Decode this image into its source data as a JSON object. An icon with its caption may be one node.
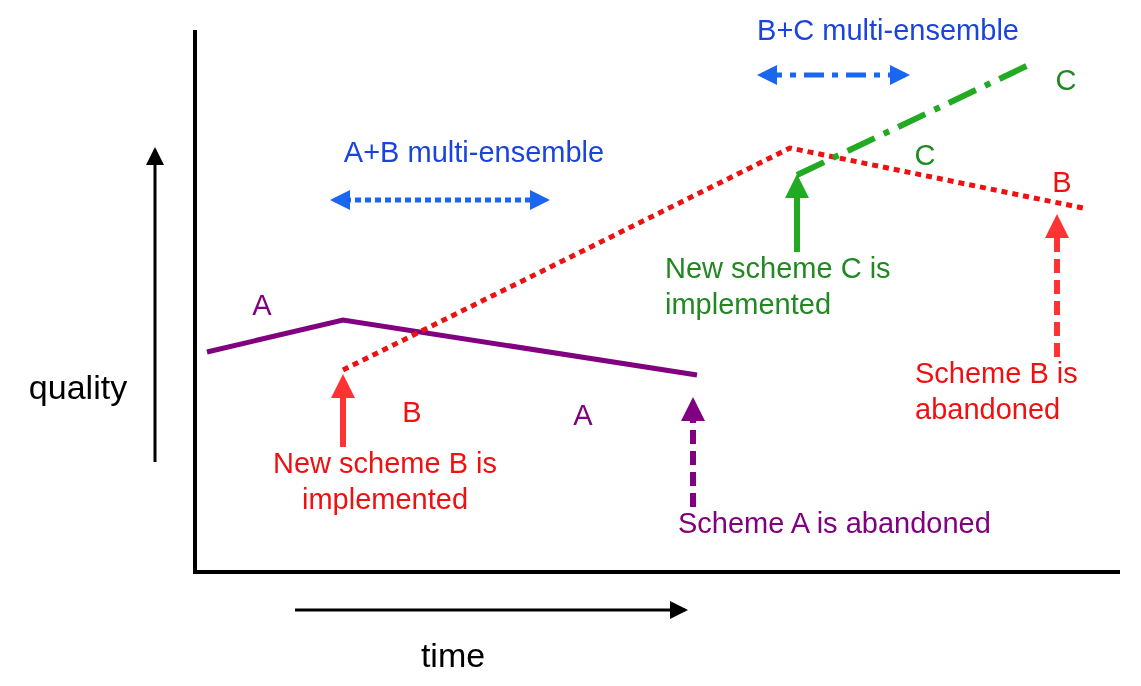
{
  "diagram": {
    "nodes": [
      {
        "text": [
          "New scheme B is implemented"
        ]
      },
      {
        "text": [
          "Scheme A is abandoned"
        ]
      },
      {
        "text": [
          "New scheme C is implemented"
        ]
      },
      {
        "text": [
          "Scheme B is abandoned"
        ]
      }
    ],
    "edges": [
      {
        "from": 0,
        "to": null,
        "arrow": "to",
        "color": "#ff3333"
      },
      {
        "from": 1,
        "to": null,
        "arrow": "to",
        "style": "dashed",
        "color": "#800080"
      },
      {
        "from": 2,
        "to": null,
        "arrow": "to",
        "color": "#22aa22"
      },
      {
        "from": 3,
        "to": null,
        "arrow": "to",
        "style": "dashed",
        "color": "#ff3333"
      }
    ],
    "labels": [
      "B+C multi-ensemble",
      "C",
      "A+B multi-ensemble",
      "C",
      "B",
      "A",
      "quality",
      "B",
      "A",
      "time"
    ]
  }
}
